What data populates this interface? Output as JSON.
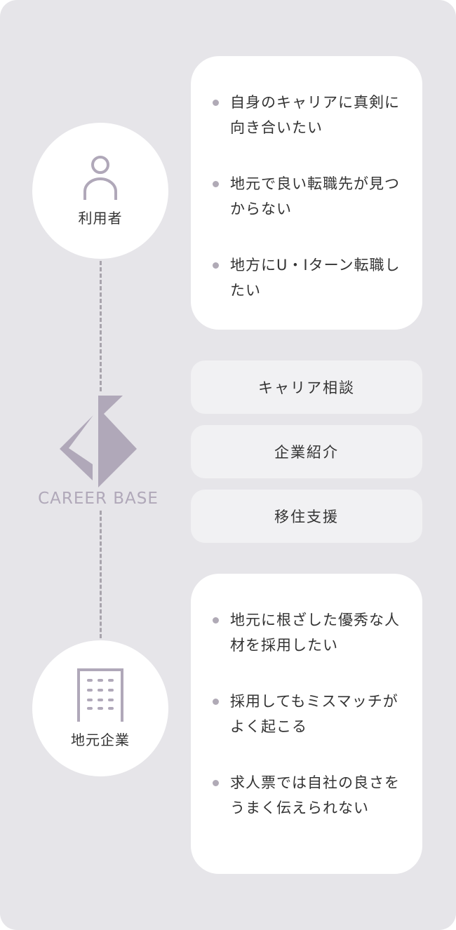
{
  "user": {
    "label": "利用者",
    "icon": "person-icon",
    "needs": [
      "自身のキャリアに真剣に向き合いたい",
      "地元で良い転職先が見つからない",
      "地方にU・Iターン転職したい"
    ]
  },
  "brand": {
    "name": "CAREER BASE"
  },
  "services": [
    "キャリア相談",
    "企業紹介",
    "移住支援"
  ],
  "company": {
    "label": "地元企業",
    "icon": "building-icon",
    "needs": [
      "地元に根ざした優秀な人材を採用したい",
      "採用してもミスマッチがよく起こる",
      "求人票では自社の良さをうまく伝えられない"
    ]
  },
  "colors": {
    "background": "#e6e5e9",
    "accent": "#b0a8b9",
    "text": "#333333"
  }
}
